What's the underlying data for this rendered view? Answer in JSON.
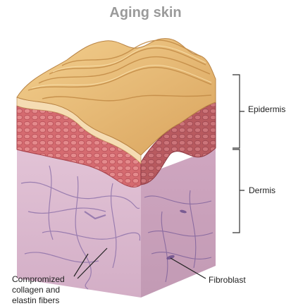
{
  "title": "Aging skin",
  "labels": {
    "epidermis": "Epidermis",
    "dermis": "Dermis",
    "fibroblast": "Fibroblast",
    "collagen_line1": "Compromized",
    "collagen_line2": "collagen and",
    "collagen_line3": "elastin fibers"
  },
  "colors": {
    "title": "#9a9a9a",
    "surface": "#e9b972",
    "epidermis_red": "#d0646a",
    "dermis_pink": "#d9b6cc",
    "fiber_purple": "#8a6ea8"
  }
}
